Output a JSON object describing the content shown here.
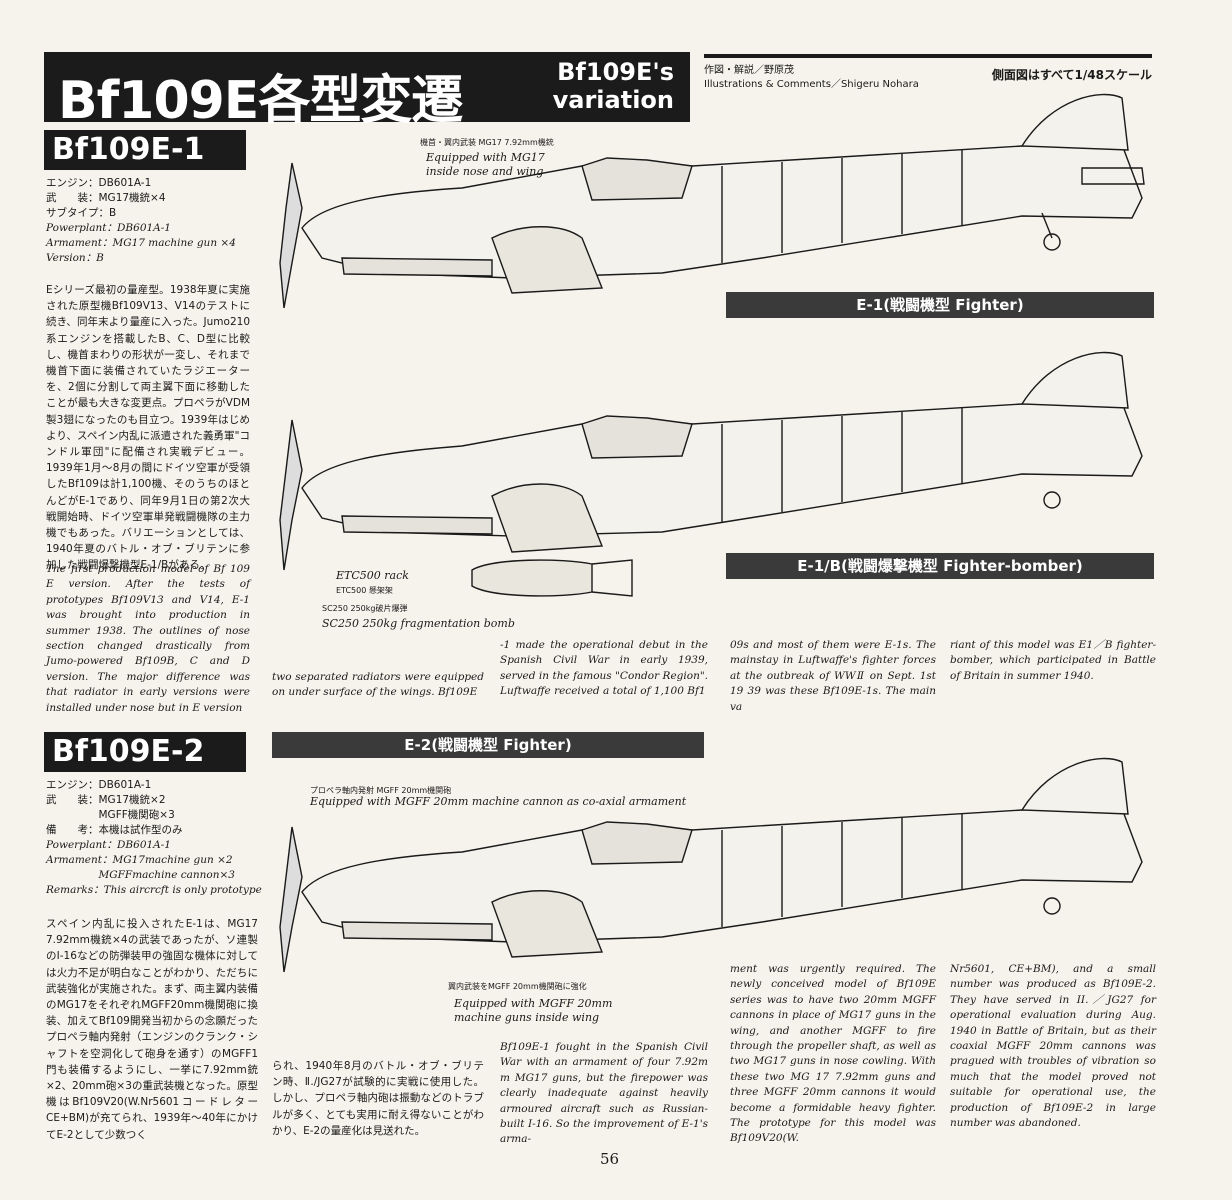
{
  "header": {
    "title_jp": "Bf109E各型変遷",
    "title_en_line1": "Bf109E's",
    "title_en_line2": "variation",
    "credit_jp": "作図・解説／野原茂",
    "credit_en": "Illustrations & Comments／Shigeru Nohara",
    "scale_note": "側面図はすべて1/48スケール"
  },
  "e1": {
    "heading": "Bf109E-1",
    "specs": [
      "エンジン：DB601A-1",
      "武　　装：MG17機銃×4",
      "サブタイプ：B",
      "Powerplant：DB601A-1",
      "Armament：MG17 machine gun ×4",
      "Version：B"
    ],
    "jp_text": "Eシリーズ最初の量産型。1938年夏に実施された原型機Bf109V13、V14のテストに続き、同年末より量産に入った。Jumo210系エンジンを搭載したB、C、D型に比較し、機首まわりの形状が一変し、それまで機首下面に装備されていたラジエーターを、2個に分割して両主翼下面に移動したことが最も大きな変更点。プロペラがVDM製3翅になったのも目立つ。1939年はじめより、スペイン内乱に派遣された義勇軍\"コンドル軍団\"に配備され実戦デビュー。1939年1月～8月の間にドイツ空軍が受領したBf109は計1,100機、そのうちのほとんどがE-1であり、同年9月1日の第2次大戦開始時、ドイツ空軍単発戦闘機隊の主力機でもあった。バリエーションとしては、1940年夏のバトル・オブ・ブリテンに参加した戦闘爆撃機型E-1/Bがある。",
    "en_col1": "The first production model of Bf 109 E version. After the tests of prototypes Bf109V13 and V14, E-1 was brought into production in summer 1938. The outlines of nose section changed drastically from Jumo-powered Bf109B, C and D version. The major difference was that radiator in early versions were installed under nose but in E version",
    "en_col2": "two separated radiators were equipped on under surface of the wings. Bf109E",
    "en_col3": "-1 made the operational debut in the Spanish Civil War in early 1939, served in the famous \"Condor Region\". Luftwaffe received a total of 1,100 Bf1",
    "en_col4": "09s and most of them were E-1s. The mainstay in Luftwaffe's fighter forces at the outbreak of WWⅡ on Sept. 1st 19 39 was these Bf109E-1s. The main va",
    "en_col5": "riant of this model was E1／B fighter-bomber, which participated in Battle of Britain in summer 1940.",
    "drawing1_label": "E-1(戦闘機型 Fighter)",
    "drawing1_note_jp": "機首・翼内武装 MG17 7.92mm機銃",
    "drawing1_note_en1": "Equipped with MG17",
    "drawing1_note_en2": "inside nose and wing",
    "drawing2_label": "E-1/B(戦闘爆撃機型 Fighter-bomber)",
    "etc_en": "ETC500 rack",
    "etc_jp": "ETC500 懸架架",
    "sc_jp": "SC250 250kg破片爆弾",
    "sc_en": "SC250 250kg fragmentation bomb"
  },
  "e2": {
    "heading": "Bf109E-2",
    "specs": [
      "エンジン：DB601A-1",
      "武　　装：MG17機銃×2",
      "　　　　　MGFF機関砲×3",
      "備　　考：本機は試作型のみ",
      "Powerplant：DB601A-1",
      "Armament：MG17machine gun ×2",
      "　　　　　MGFFmachine cannon×3",
      "Remarks：This aircrcft is only prototype"
    ],
    "jp_col1": "スペイン内乱に投入されたE-1は、MG17 7.92mm機銃×4の武装であったが、ソ連製のI-16などの防弾装甲の強固な機体に対しては火力不足が明白なことがわかり、ただちに武装強化が実施された。まず、両主翼内装備のMG17をそれぞれMGFF20mm機関砲に換装、加えてBf109開発当初からの念願だったプロペラ軸内発射（エンジンのクランク・シャフトを空洞化して砲身を通す）のMGFF1門も装備するようにし、一挙に7.92mm銃×2、20mm砲×3の重武装機となった。原型機はBf109V20(W.Nr5601コードレターCE+BM)が充てられ、1939年～40年にかけてE-2として少数つく",
    "jp_col2": "られ、1940年8月のバトル・オブ・ブリテン時、Ⅱ./JG27が試験的に実戦に使用した。しかし、プロペラ軸内砲は振動などのトラブルが多く、とても実用に耐え得ないことがわかり、E-2の量産化は見送れた。",
    "en_col1": "Bf109E-1 fought in the Spanish Civil War with an armament of four 7.92m m MG17 guns, but the firepower was clearly inadequate against heavily armoured aircraft such as Russian-built I-16. So the improvement of E-1's arma-",
    "en_col2": "ment was urgently required. The newly conceived model of Bf109E series was to have two 20mm MGFF cannons in place of MG17 guns in the wing, and another MGFF to fire through the propeller shaft, as well as two MG17 guns in nose cowling. With these two MG 17 7.92mm guns and three MGFF 20mm cannons it would become a formidable heavy fighter. The prototype for this model was Bf109V20(W.",
    "en_col3": "Nr5601, CE+BM), and a small number was produced as Bf109E-2. They have served in II.／JG27 for operational evaluation during Aug. 1940 in Battle of Britain, but as their coaxial MGFF 20mm cannons was pragued with troubles of vibration so much that the model proved not suitable for operational use, the production of Bf109E-2 in large number was abandoned.",
    "drawing_label": "E-2(戦闘機型 Fighter)",
    "note1_jp": "プロペラ軸内発射 MGFF 20mm機関砲",
    "note1_en": "Equipped with MGFF 20mm machine cannon as co-axial armament",
    "note2_jp": "翼内武装をMGFF 20mm機関砲に強化",
    "note2_en1": "Equipped with MGFF 20mm",
    "note2_en2": "machine guns inside wing"
  },
  "page_number": "56"
}
